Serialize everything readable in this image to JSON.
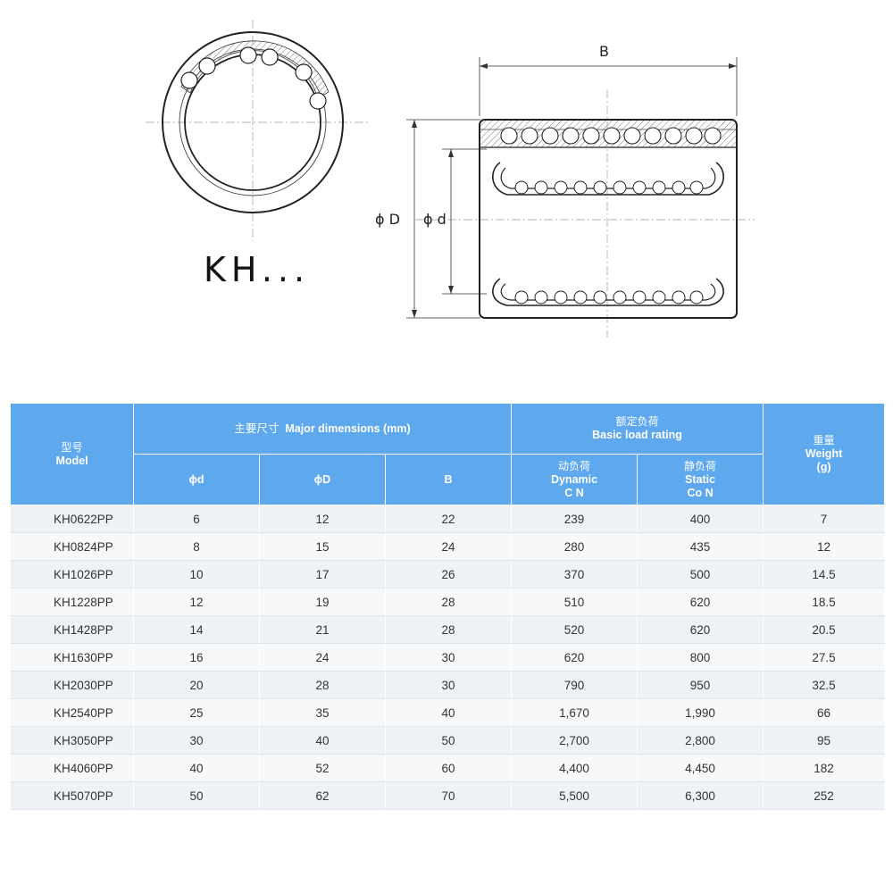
{
  "drawing": {
    "series_title": "KH...",
    "dim_B": "B",
    "dim_outer": "ϕ D",
    "dim_inner": "ϕ d"
  },
  "table": {
    "header": {
      "model_cn": "型号",
      "model_en": "Model",
      "major_cn": "主要尺寸",
      "major_en": "Major dimensions (mm)",
      "load_cn": "额定负荷",
      "load_en": "Basic load rating",
      "weight_cn": "重量",
      "weight_en": "Weight",
      "weight_unit": "(g)",
      "col_d": "ϕd",
      "col_D": "ϕD",
      "col_B": "B",
      "dynamic_cn": "动负荷",
      "dynamic_en": "Dynamic",
      "dynamic_unit": "C N",
      "static_cn": "静负荷",
      "static_en": "Static",
      "static_unit": "Co N"
    },
    "rows": [
      {
        "model": "KH0622PP",
        "d": "6",
        "D": "12",
        "B": "22",
        "dynamic": "239",
        "static": "400",
        "weight": "7"
      },
      {
        "model": "KH0824PP",
        "d": "8",
        "D": "15",
        "B": "24",
        "dynamic": "280",
        "static": "435",
        "weight": "12"
      },
      {
        "model": "KH1026PP",
        "d": "10",
        "D": "17",
        "B": "26",
        "dynamic": "370",
        "static": "500",
        "weight": "14.5"
      },
      {
        "model": "KH1228PP",
        "d": "12",
        "D": "19",
        "B": "28",
        "dynamic": "510",
        "static": "620",
        "weight": "18.5"
      },
      {
        "model": "KH1428PP",
        "d": "14",
        "D": "21",
        "B": "28",
        "dynamic": "520",
        "static": "620",
        "weight": "20.5"
      },
      {
        "model": "KH1630PP",
        "d": "16",
        "D": "24",
        "B": "30",
        "dynamic": "620",
        "static": "800",
        "weight": "27.5"
      },
      {
        "model": "KH2030PP",
        "d": "20",
        "D": "28",
        "B": "30",
        "dynamic": "790",
        "static": "950",
        "weight": "32.5"
      },
      {
        "model": "KH2540PP",
        "d": "25",
        "D": "35",
        "B": "40",
        "dynamic": "1,670",
        "static": "1,990",
        "weight": "66"
      },
      {
        "model": "KH3050PP",
        "d": "30",
        "D": "40",
        "B": "50",
        "dynamic": "2,700",
        "static": "2,800",
        "weight": "95"
      },
      {
        "model": "KH4060PP",
        "d": "40",
        "D": "52",
        "B": "60",
        "dynamic": "4,400",
        "static": "4,450",
        "weight": "182"
      },
      {
        "model": "KH5070PP",
        "d": "50",
        "D": "62",
        "B": "70",
        "dynamic": "5,500",
        "static": "6,300",
        "weight": "252"
      }
    ]
  }
}
